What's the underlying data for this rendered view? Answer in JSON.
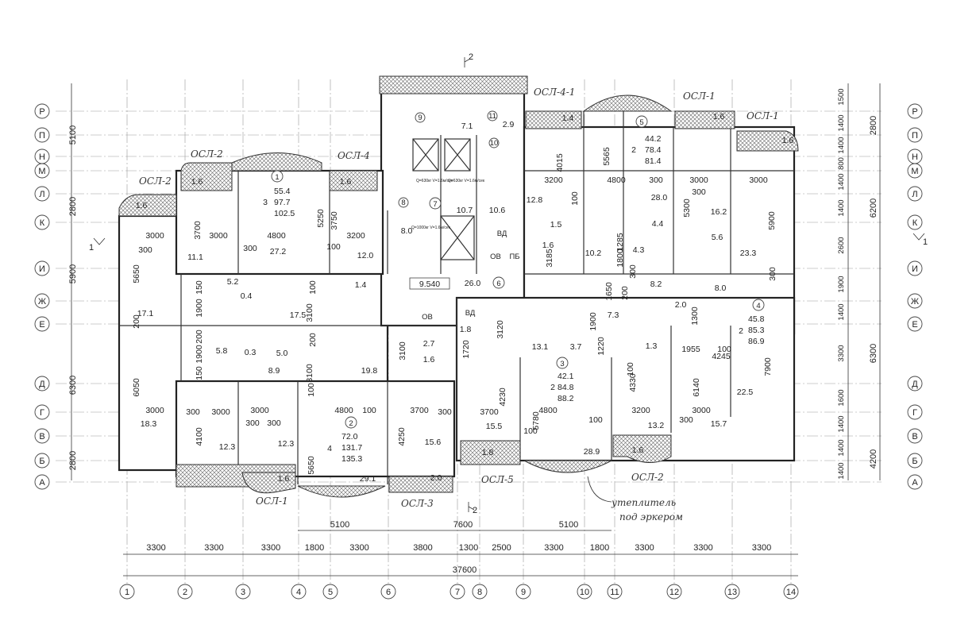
{
  "axes": {
    "rows": [
      "Р",
      "П",
      "Н",
      "М",
      "Л",
      "К",
      "И",
      "Ж",
      "Е",
      "Д",
      "Г",
      "В",
      "Б",
      "А"
    ],
    "cols": [
      "1",
      "2",
      "3",
      "4",
      "5",
      "6",
      "7",
      "8",
      "9",
      "10",
      "11",
      "12",
      "13",
      "14"
    ]
  },
  "left_dims": [
    "5100",
    "2800",
    "5900",
    "6300",
    "2800"
  ],
  "right_dims_inner": [
    "1500",
    "1400",
    "1400",
    "800",
    "1400",
    "1400",
    "2600",
    "1900",
    "1400",
    "3300",
    "1600",
    "1400",
    "1400",
    "1400"
  ],
  "right_dims_outer": [
    "2800",
    "6200",
    "6300",
    "4200"
  ],
  "bottom_dims_top": [
    "5100",
    "7600",
    "5100"
  ],
  "bottom_dims_mid": [
    "3300",
    "3300",
    "3300",
    "1800",
    "3300",
    "3800",
    "1300",
    "2500",
    "3300",
    "1800",
    "3300",
    "3300",
    "3300"
  ],
  "bottom_total": "37600",
  "section_marks": [
    "1",
    "1",
    "2",
    "2"
  ],
  "balcony_labels": [
    "ОСЛ-2",
    "ОСЛ-2",
    "ОСЛ-4",
    "ОСЛ-4-1",
    "ОСЛ-1",
    "ОСЛ-1",
    "ОСЛ-1",
    "ОСЛ-3",
    "ОСЛ-5",
    "ОСЛ-2"
  ],
  "note": [
    "утеплитель",
    "под эркером"
  ],
  "apartments": [
    {
      "num": "1",
      "rooms": "3",
      "a": "55.4",
      "b": "97.7",
      "c": "102.5"
    },
    {
      "num": "5",
      "rooms": "2",
      "a": "44.2",
      "b": "78.4",
      "c": "81.4"
    },
    {
      "num": "4",
      "rooms": "2",
      "a": "45.8",
      "b": "85.3",
      "c": "86.9"
    },
    {
      "num": "2",
      "rooms": "4",
      "a": "72.0",
      "b": "131.7",
      "c": "135.3"
    },
    {
      "num": "3",
      "rooms": "2",
      "a": "42.1",
      "b": "84.8",
      "c": "88.2"
    }
  ],
  "core": {
    "level": "9.540",
    "lobby": "26.0",
    "lobby_num": "6",
    "stair": "10.6",
    "lift_hall": "10.7",
    "hall_num": "7",
    "trash": "7.1",
    "trash_num": "9",
    "vent": "2.9",
    "vent_num": "11",
    "num_10": "10",
    "num_8": "8",
    "corr_8": "8.0",
    "lift_a": "Q=630кг V=1.6м/сек",
    "lift_b": "Q=630кг V=1.6м/сек",
    "lift_c": "Q=1000кг V=1.6м/сек",
    "vd": "ВД",
    "ov": "ОВ",
    "ov2": "ОВ",
    "pb": "ПБ",
    "vd2": "ВД"
  },
  "rooms": [
    {
      "v": "1.6"
    },
    {
      "v": "1.6"
    },
    {
      "v": "1.6"
    },
    {
      "v": "1.4"
    },
    {
      "v": "1.6"
    },
    {
      "v": "1.6"
    },
    {
      "v": "3000"
    },
    {
      "v": "300"
    },
    {
      "v": "17.1"
    },
    {
      "v": "5650"
    },
    {
      "v": "200"
    },
    {
      "v": "6050"
    },
    {
      "v": "18.3"
    },
    {
      "v": "3000"
    },
    {
      "v": "3700"
    },
    {
      "v": "11.1"
    },
    {
      "v": "3000"
    },
    {
      "v": "300"
    },
    {
      "v": "4800"
    },
    {
      "v": "27.2"
    },
    {
      "v": "5250"
    },
    {
      "v": "3750"
    },
    {
      "v": "3200"
    },
    {
      "v": "12.0"
    },
    {
      "v": "100"
    },
    {
      "v": "5.2"
    },
    {
      "v": "1.4"
    },
    {
      "v": "150"
    },
    {
      "v": "1900"
    },
    {
      "v": "0.4"
    },
    {
      "v": "17.5"
    },
    {
      "v": "3100"
    },
    {
      "v": "100"
    },
    {
      "v": "200"
    },
    {
      "v": "1900"
    },
    {
      "v": "5.8"
    },
    {
      "v": "5.0"
    },
    {
      "v": "0.3"
    },
    {
      "v": "3100"
    },
    {
      "v": "200"
    },
    {
      "v": "8.9"
    },
    {
      "v": "150"
    },
    {
      "v": "300"
    },
    {
      "v": "3000"
    },
    {
      "v": "300"
    },
    {
      "v": "3000"
    },
    {
      "v": "4100"
    },
    {
      "v": "12.3"
    },
    {
      "v": "300"
    },
    {
      "v": "12.3"
    },
    {
      "v": "1.6"
    },
    {
      "v": "100"
    },
    {
      "v": "4800"
    },
    {
      "v": "5650"
    },
    {
      "v": "29.1"
    },
    {
      "v": "19.8"
    },
    {
      "v": "100"
    },
    {
      "v": "3700"
    },
    {
      "v": "300"
    },
    {
      "v": "4250"
    },
    {
      "v": "15.6"
    },
    {
      "v": "2.0"
    },
    {
      "v": "3100"
    },
    {
      "v": "2.7"
    },
    {
      "v": "1.6"
    },
    {
      "v": "1.8"
    },
    {
      "v": "1720"
    },
    {
      "v": "3120"
    },
    {
      "v": "13.1"
    },
    {
      "v": "3.7"
    },
    {
      "v": "4230"
    },
    {
      "v": "3700"
    },
    {
      "v": "5780"
    },
    {
      "v": "4800"
    },
    {
      "v": "100"
    },
    {
      "v": "15.5"
    },
    {
      "v": "100"
    },
    {
      "v": "1.8"
    },
    {
      "v": "28.9"
    },
    {
      "v": "1900"
    },
    {
      "v": "7.3"
    },
    {
      "v": "1220"
    },
    {
      "v": "1.3"
    },
    {
      "v": "4330"
    },
    {
      "v": "100"
    },
    {
      "v": "3200"
    },
    {
      "v": "13.2"
    },
    {
      "v": "1.6"
    },
    {
      "v": "1300"
    },
    {
      "v": "1955"
    },
    {
      "v": "100"
    },
    {
      "v": "6140"
    },
    {
      "v": "4245"
    },
    {
      "v": "7900"
    },
    {
      "v": "22.5"
    },
    {
      "v": "3000"
    },
    {
      "v": "300"
    },
    {
      "v": "15.7"
    },
    {
      "v": "2.0"
    },
    {
      "v": "8.2"
    },
    {
      "v": "8.0"
    },
    {
      "v": "1650"
    },
    {
      "v": "200"
    },
    {
      "v": "300"
    },
    {
      "v": "300"
    },
    {
      "v": "4015"
    },
    {
      "v": "3200"
    },
    {
      "v": "12.8"
    },
    {
      "v": "1.5"
    },
    {
      "v": "1.6"
    },
    {
      "v": "100"
    },
    {
      "v": "4800"
    },
    {
      "v": "5565"
    },
    {
      "v": "28.0"
    },
    {
      "v": "300"
    },
    {
      "v": "3185"
    },
    {
      "v": "10.2"
    },
    {
      "v": "1285"
    },
    {
      "v": "1800"
    },
    {
      "v": "4.3"
    },
    {
      "v": "4.4"
    },
    {
      "v": "3000"
    },
    {
      "v": "300"
    },
    {
      "v": "5300"
    },
    {
      "v": "16.2"
    },
    {
      "v": "5.6"
    },
    {
      "v": "3000"
    },
    {
      "v": "5900"
    },
    {
      "v": "23.3"
    }
  ]
}
